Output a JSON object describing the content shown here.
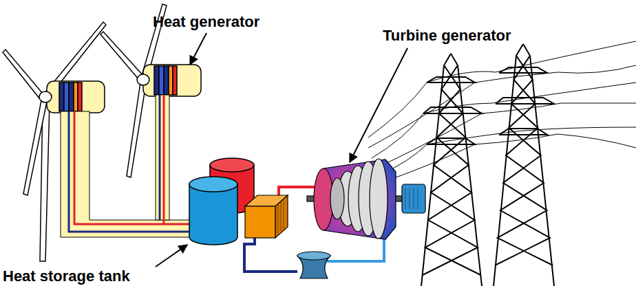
{
  "diagram": {
    "labels": [
      "Heat generator",
      "Turbine generator",
      "Heat storage tank"
    ]
  }
}
